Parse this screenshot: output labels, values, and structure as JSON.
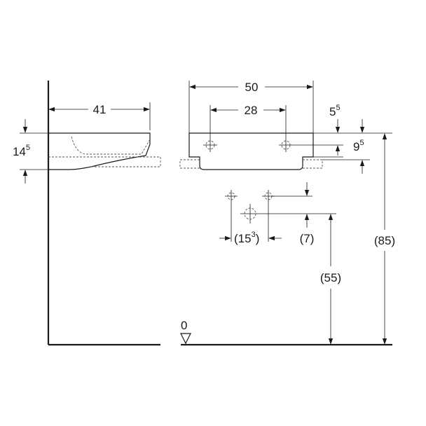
{
  "dimensions": {
    "side_depth": "41",
    "side_height_main": "14",
    "side_height_sup": "5",
    "front_width": "50",
    "tap_hole_spacing": "28",
    "rim_offset_main": "5",
    "rim_offset_sup": "5",
    "rim_to_holes_main": "9",
    "rim_to_holes_sup": "5",
    "waste_spacing_open": "(15",
    "waste_spacing_sup": "3",
    "waste_spacing_close": ")",
    "waste_drop": "(7)",
    "waste_height": "(55)",
    "total_height": "(85)",
    "floor_level": "0"
  }
}
